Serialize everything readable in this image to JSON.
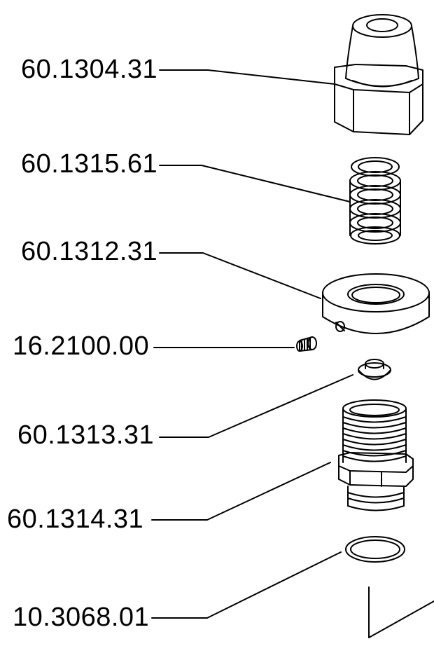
{
  "diagram": {
    "parts": [
      {
        "id": "cap",
        "number": "60.1304.31"
      },
      {
        "id": "spring",
        "number": "60.1315.61"
      },
      {
        "id": "ring-nut",
        "number": "60.1312.31"
      },
      {
        "id": "set-screw",
        "number": "16.2100.00"
      },
      {
        "id": "valve-plug",
        "number": "60.1313.31"
      },
      {
        "id": "threaded-nipple",
        "number": "60.1314.31"
      },
      {
        "id": "o-ring",
        "number": "10.3068.01"
      }
    ]
  }
}
